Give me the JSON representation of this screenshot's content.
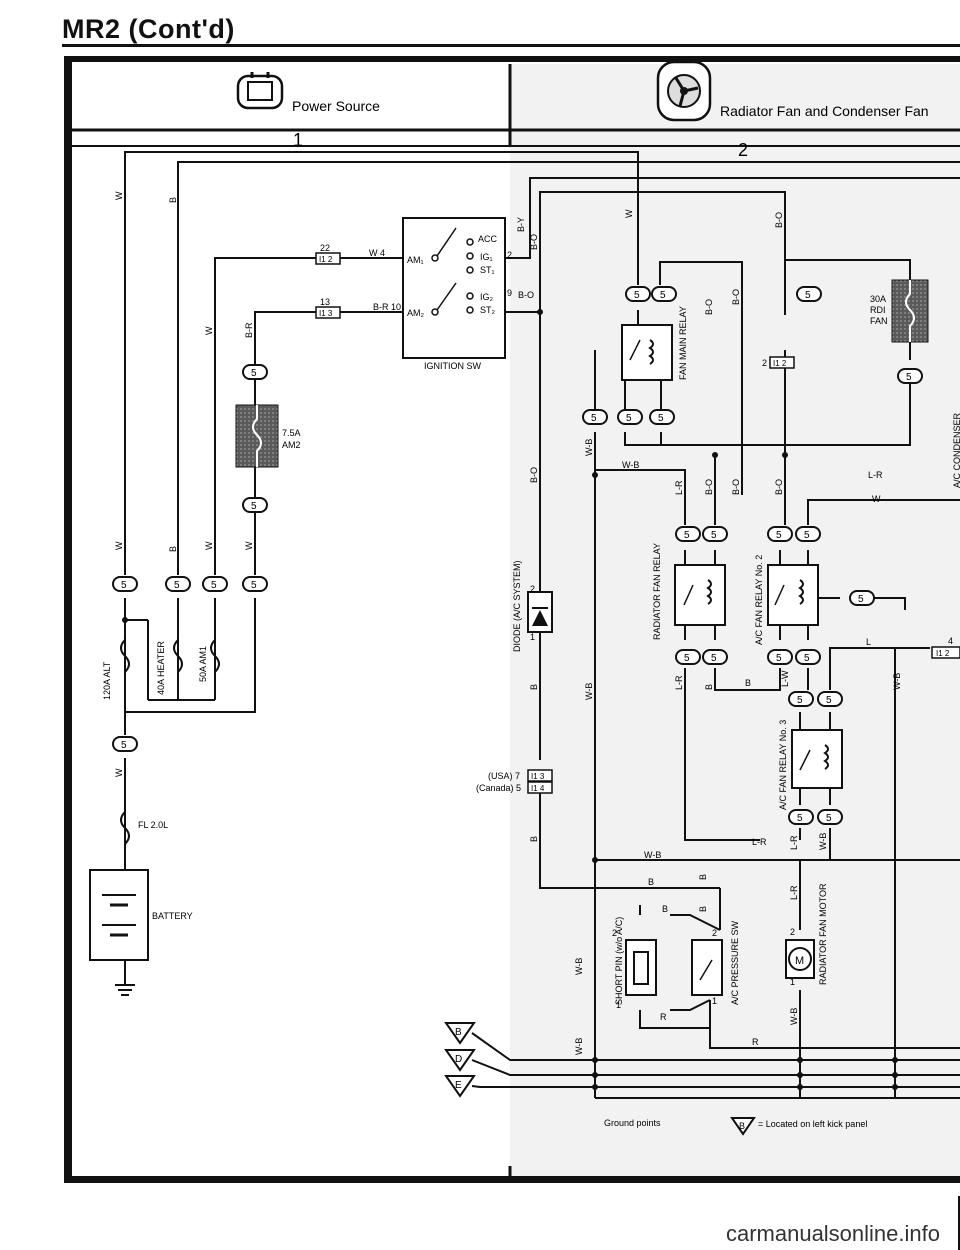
{
  "page": {
    "title": "MR2 (Cont'd)",
    "watermark": "carmanualsonline.info"
  },
  "sections": [
    {
      "label": "Power Source",
      "number": "1",
      "icon": "battery-icon"
    },
    {
      "label": "Radiator Fan and Condenser Fan",
      "number": "2",
      "icon": "radiator-fan-icon"
    }
  ],
  "wire_colors": {
    "W": "W",
    "B": "B",
    "BR": "B-R",
    "BO": "B-O",
    "BY": "B-Y",
    "WB": "W-B",
    "LR": "L-R",
    "L": "L",
    "LW": "L-W",
    "R": "R"
  },
  "components": {
    "ignition_sw": "IGNITION SW",
    "ign_terms": [
      "ACC",
      "IG₁",
      "ST₁",
      "IG₂",
      "ST₂"
    ],
    "am1": "AM₁",
    "am2": "AM₂",
    "fuse_am2_a": "7.5A",
    "fuse_am2_b": "AM2",
    "fuse_alt": "120A ALT",
    "fuse_heater": "40A HEATER",
    "fuse_am1": "50A AM1",
    "fusible_link": "FL 2.0L",
    "battery": "BATTERY",
    "fan_main_relay": "FAN MAIN RELAY",
    "radiator_fan_relay": "RADIATOR FAN RELAY",
    "ac_fan_relay_2": "A/C FAN RELAY No. 2",
    "ac_fan_relay_3": "A/C FAN RELAY No. 3",
    "diode": "DIODE (A/C SYSTEM)",
    "rdi_fan_fuse_a": "30A",
    "rdi_fan_fuse_b": "RDI",
    "rdi_fan_fuse_c": "FAN",
    "short_pin": "SHORT PIN (w/o A/C)",
    "ac_pressure_sw": "A/C PRESSURE SW",
    "radiator_fan_motor": "RADIATOR FAN MOTOR",
    "ac_condenser": "A/C CONDENSER",
    "motor_symbol": "M"
  },
  "connectors": {
    "c22": "22",
    "c22_box": "I1 2",
    "c13": "13",
    "c13_box": "I1 3",
    "usa": "(USA) 7",
    "usa_box": "I1 3",
    "canada": "(Canada) 5",
    "canada_box": "I1 4",
    "relay_conn": "2",
    "relay_conn_box": "I1 2",
    "right_conn": "4",
    "right_conn_box": "I1 2",
    "pin_w4": "W   4",
    "pin_br10": "B-R 10",
    "pin_2": "2",
    "pin_9": "9",
    "pin_1": "1"
  },
  "junction": "5",
  "ground_points": [
    "B",
    "D",
    "E"
  ],
  "legend": {
    "ground_points": "Ground points",
    "ground_symbol": "B",
    "ground_note": "= Located on left kick panel"
  }
}
